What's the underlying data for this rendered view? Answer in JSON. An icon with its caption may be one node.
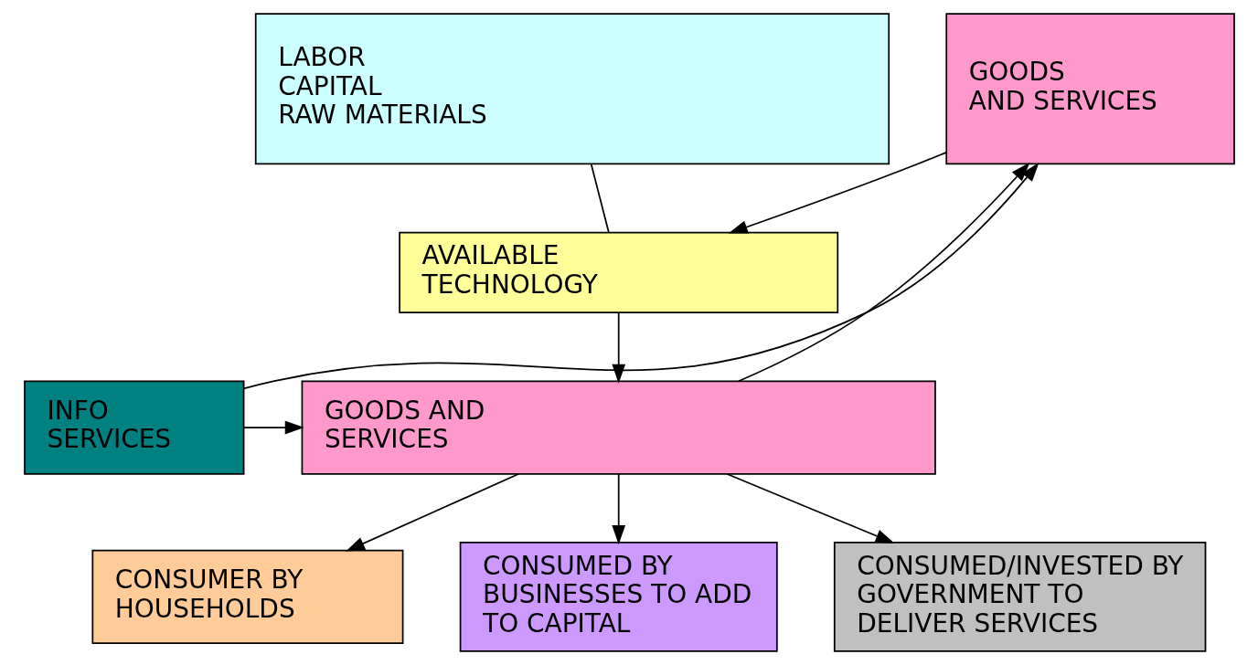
{
  "diagram": {
    "nodes": [
      {
        "text": [
          "LABOR CAPITAL RAW MATERIALS"
        ]
      },
      {
        "text": [
          "GOODS AND SERVICES"
        ]
      },
      {
        "text": [
          "AVAILABLE TECHNOLOGY"
        ]
      },
      {
        "text": [
          "GOODS AND SERVICES"
        ]
      },
      {
        "text": [
          "INFO SERVICES"
        ]
      },
      {
        "text": [
          "CONSUMER BY HOUSEHOLDS"
        ]
      },
      {
        "text": [
          "CONSUMED BY BUSINESSES TO ADD TO CAPITAL"
        ]
      },
      {
        "text": [
          "CONSUMED/INVESTED BY GOVERNMENT TO DELIVER SERVICES"
        ]
      }
    ],
    "edges": [
      {
        "from": 0,
        "to": 2,
        "arrow": "none"
      },
      {
        "from": 1,
        "to": 2,
        "arrow": "to"
      },
      {
        "from": 2,
        "to": 3,
        "arrow": "to"
      },
      {
        "from": 3,
        "to": 1,
        "arrow": "to"
      },
      {
        "from": 4,
        "to": 1,
        "arrow": "to"
      },
      {
        "from": 4,
        "to": 3,
        "arrow": "to"
      },
      {
        "from": 3,
        "to": 5,
        "arrow": "to"
      },
      {
        "from": 3,
        "to": 6,
        "arrow": "to"
      },
      {
        "from": 3,
        "to": 7,
        "arrow": "to"
      }
    ]
  }
}
